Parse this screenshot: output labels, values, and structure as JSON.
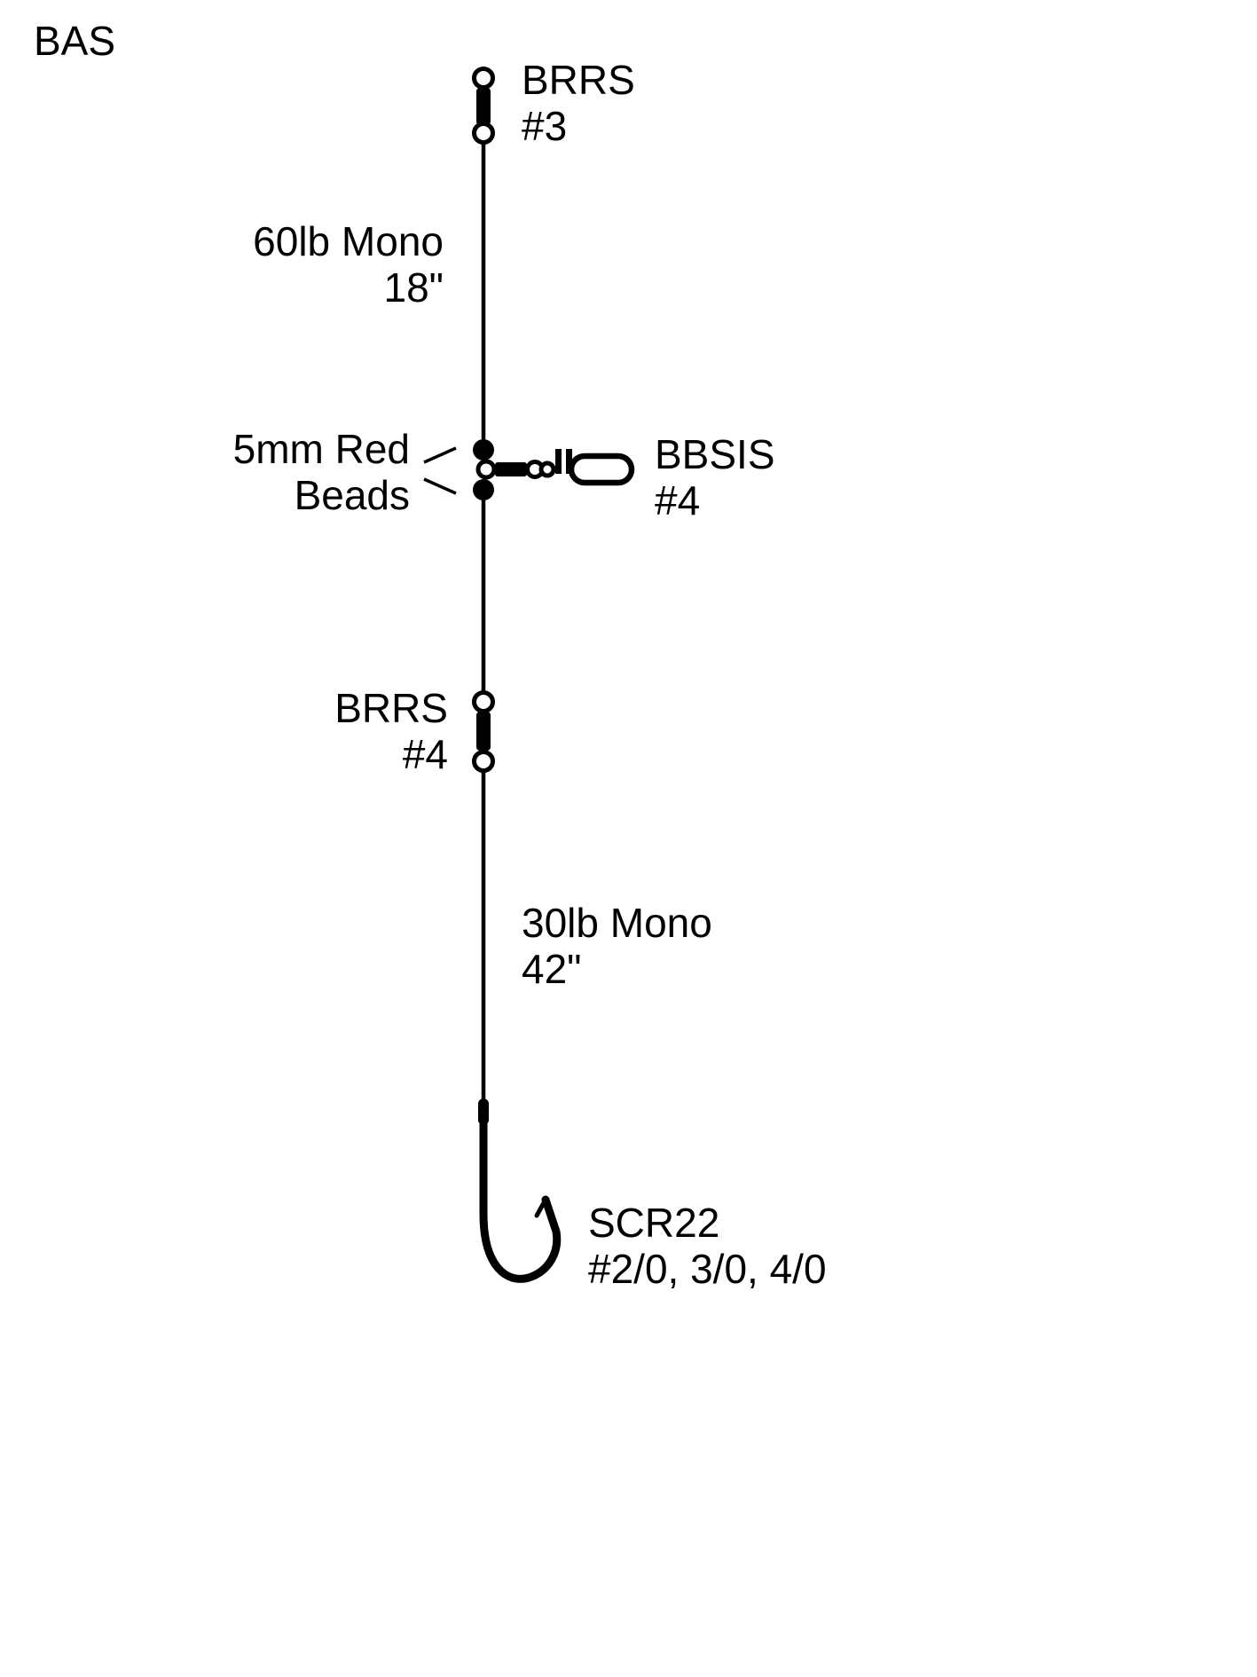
{
  "title": "BAS",
  "colors": {
    "ink": "#000000",
    "paper": "#ffffff"
  },
  "rig": {
    "top_swivel": {
      "name": "BRRS",
      "size": "#3"
    },
    "upper_leader": {
      "material": "60lb Mono",
      "length": "18\""
    },
    "beads": {
      "label_line1": "5mm Red",
      "label_line2": "Beads"
    },
    "snap_swivel": {
      "name": "BBSIS",
      "size": "#4"
    },
    "middle_swivel": {
      "name": "BRRS",
      "size": "#4"
    },
    "lower_leader": {
      "material": "30lb Mono",
      "length": "42\""
    },
    "hook": {
      "name": "SCR22",
      "sizes": "#2/0, 3/0, 4/0"
    }
  }
}
